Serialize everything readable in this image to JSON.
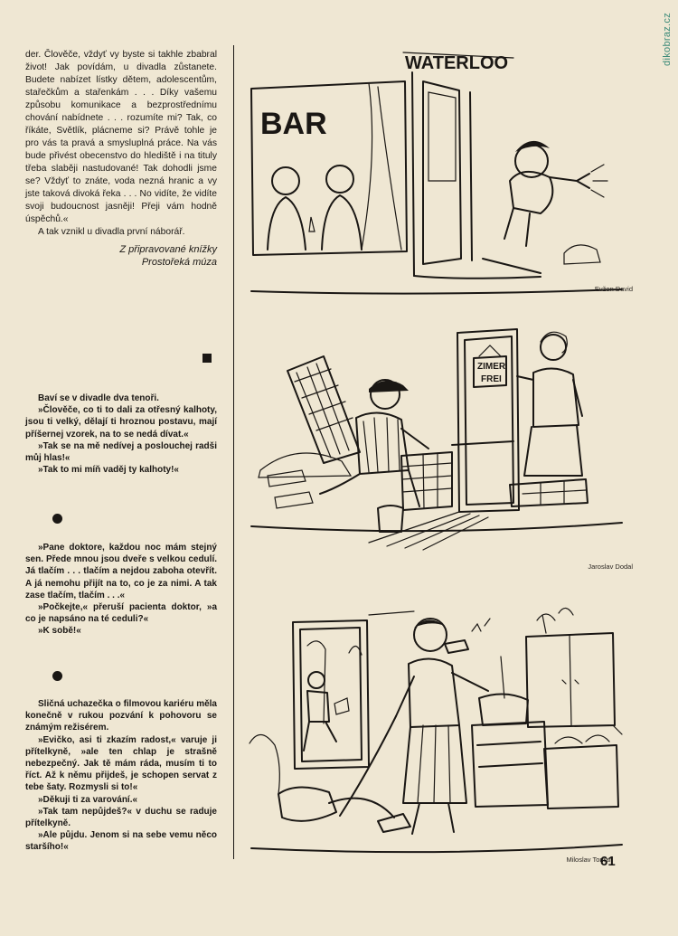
{
  "watermark": "dikobraz.cz",
  "story1": {
    "paragraphs": [
      "der. Člověče, vždyť vy byste si takhle zbabral život! Jak povídám, u divadla zůstanete. Budete nabízet lístky dětem, adolescentům, stařečkům a stařenkám . . . Díky vašemu způsobu komunikace a bezprostřednímu chování nabídnete . . . rozumíte mi? Tak, co říkáte, Světlík, plácneme si? Právě tohle je pro vás ta pravá a smysluplná práce. Na vás bude přivést obecenstvo do hlediště i na tituly třeba slaběji nastudované! Tak dohodli jsme se? Vždyť to znáte, voda nezná hranic a vy jste taková divoká řeka . . . No vidíte, že vidíte svoji budoucnost jasněji! Přeji vám hodně úspěchů.«",
      "A tak vznikl u divadla první náborář."
    ],
    "source_line1": "Z připravované knížky",
    "source_line2": "Prostořeká múza"
  },
  "joke1": [
    "Baví se v divadle dva tenoři.",
    "»Člověče, co ti to dali za otřesný kalhoty, jsou ti velký, dělají ti hroznou postavu, mají příšernej vzorek, na to se nedá dívat.«",
    "»Tak se na mě nedívej a poslouchej radši můj hlas!«",
    "»Tak to mi míň vaděj ty kalhoty!«"
  ],
  "joke2": [
    "»Pane doktore, každou noc mám stejný sen. Přede mnou jsou dveře s velkou cedulí. Já tlačím . . . tlačím a nejdou zaboha otevřít. A já nemohu přijít na to, co je za nimi. A tak zase tlačím, tlačím . . .«",
    "»Počkejte,« přeruší pacienta doktor, »a co je napsáno na té ceduli?«",
    "»K sobě!«"
  ],
  "joke3": [
    "Sličná uchazečka o filmovou kariéru měla konečně v rukou pozvání k pohovoru se známým režisérem.",
    "»Evičko, asi ti zkazím radost,« varuje ji přítelkyně, »ale ten chlap je strašně nebezpečný. Jak tě mám ráda, musím ti to říct. Až k němu přijdeš, je schopen servat z tebe šaty. Rozmysli si to!«",
    "»Děkuji ti za varování.«",
    "»Tak tam nepůjdeš?« v duchu se raduje přítelkyně.",
    "»Ale půjdu. Jenom si na sebe vemu něco staršího!«"
  ],
  "cartoons": [
    {
      "credit": "Evžen David",
      "signs": [
        "BAR",
        "WATERLOO"
      ]
    },
    {
      "credit": "Jaroslav Dodal",
      "signs": [
        "ZIMER",
        "FREI"
      ]
    },
    {
      "credit": "Miloslav Toman",
      "signs": []
    }
  ],
  "page_number": "61"
}
